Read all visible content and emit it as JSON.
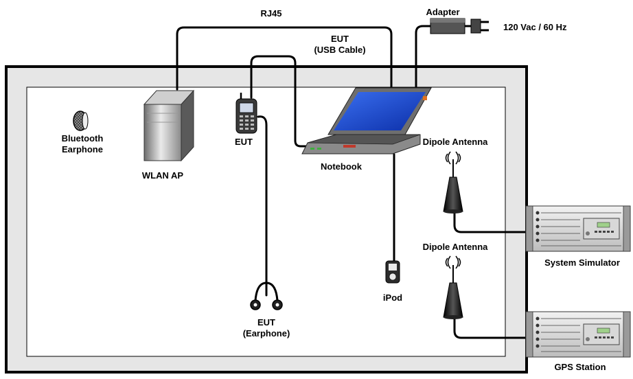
{
  "labels": {
    "rj45": "RJ45",
    "adapter": "Adapter",
    "power": "120 Vac / 60 Hz",
    "eut_usb_1": "EUT",
    "eut_usb_2": "(USB Cable)",
    "bluetooth_1": "Bluetooth",
    "bluetooth_2": "Earphone",
    "wlan_ap": "WLAN AP",
    "eut_phone": "EUT",
    "notebook": "Notebook",
    "dipole_1": "Dipole Antenna",
    "dipole_2": "Dipole Antenna",
    "system_simulator": "System Simulator",
    "gps_station": "GPS Station",
    "ipod": "iPod",
    "eut_earphone_1": "EUT",
    "eut_earphone_2": "(Earphone)"
  },
  "icons": {
    "wlan_ap": "server-tower-icon",
    "notebook": "laptop-icon",
    "phone": "mobile-phone-icon",
    "ipod": "ipod-icon",
    "bluetooth": "bluetooth-earpiece-icon",
    "antenna": "dipole-antenna-icon",
    "rack": "rack-equipment-icon",
    "adapter": "power-adapter-icon",
    "earphones": "earphones-icon"
  },
  "colors": {
    "chamber_fill": "#e6e6e6",
    "screen_blue": "#1f4fd8",
    "laptop_body": "#7a7a7a"
  }
}
